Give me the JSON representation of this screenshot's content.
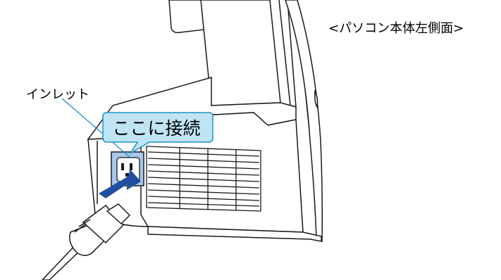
{
  "view_caption": "<パソコン本体左側面>",
  "labels": {
    "inlet": "インレット",
    "callout": "ここに接続"
  },
  "colors": {
    "line": "#1a1a1a",
    "leader": "#1e90c8",
    "callout_fill": "#bfe4f4",
    "callout_border": "#1e90c8",
    "inlet_fill": "#a7c8ec",
    "arrow_fill": "#1f4f9e"
  }
}
